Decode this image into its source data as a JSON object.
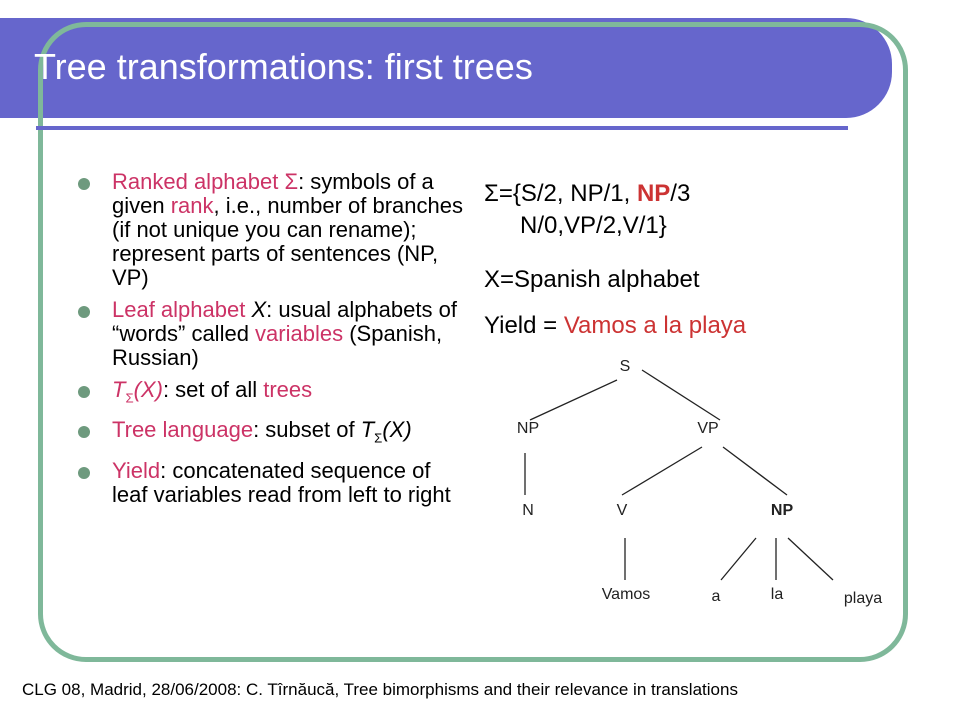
{
  "title": "Tree transformations: first trees",
  "sigma": "Σ",
  "bullets": [
    {
      "pre": "",
      "red": "Ranked alphabet ",
      "mid": "",
      "rest": ": symbols of a given ",
      "red2": "rank",
      "rest2": ", i.e., number of branches (if not unique you can rename); represent parts of sentences (NP, VP)"
    },
    {
      "red": "Leaf alphabet ",
      "italic": "X",
      "rest": ": usual alphabets of “words” called ",
      "red2": "variables",
      "rest2": " (Spanish, Russian)"
    },
    {
      "italic_red": "T",
      "italic_red2": "(X)",
      "rest": ": set of all ",
      "red2": "trees"
    },
    {
      "red": "Tree language",
      "rest": ": subset of ",
      "italic": "T",
      "italic2": "(X)"
    },
    {
      "red": "Yield",
      "rest": ": concatenated sequence of leaf variables read from left to right"
    }
  ],
  "right": {
    "sigma_def_a": "={S/2, NP/1, ",
    "sigma_def_np": "NP",
    "sigma_def_b": "/3",
    "sigma_def_c": "N/0,VP/2,V/1}",
    "x_def": "X=Spanish alphabet",
    "yield_label": "Yield = ",
    "yield_value": "Vamos a la playa"
  },
  "tree": {
    "nodes": [
      {
        "id": "s",
        "label": "S",
        "bold": false
      },
      {
        "id": "np1",
        "label": "NP",
        "bold": false
      },
      {
        "id": "vp",
        "label": "VP",
        "bold": false
      },
      {
        "id": "n",
        "label": "N",
        "bold": false
      },
      {
        "id": "v",
        "label": "V",
        "bold": false
      },
      {
        "id": "np2",
        "label": "NP",
        "bold": true
      },
      {
        "id": "vamos",
        "label": "Vamos",
        "bold": false
      },
      {
        "id": "a",
        "label": "a",
        "bold": false
      },
      {
        "id": "la",
        "label": "la",
        "bold": false
      },
      {
        "id": "playa",
        "label": "playa",
        "bold": false
      }
    ]
  },
  "footer": "CLG 08, Madrid, 28/06/2008: C. Tîrnăucă, Tree bimorphisms and their relevance in translations"
}
